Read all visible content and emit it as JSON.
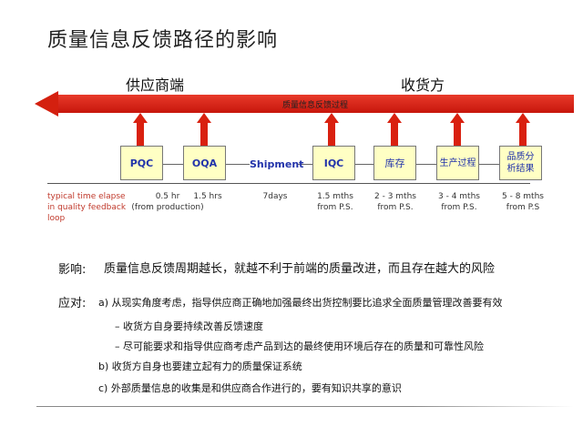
{
  "title": "质量信息反馈路径的影响",
  "supplier_label": "供应商端",
  "receiver_label": "收货方",
  "arrow_label": "质量信息反馈过程",
  "stages": [
    "PQC",
    "OQA",
    "Shipment",
    "IQC",
    "库存",
    "生产过程",
    "品质分析结果"
  ],
  "timings": {
    "row_label": "typical time elapse in quality feedback loop",
    "items": [
      {
        "line1": "0.5 hr",
        "line2": "(from production)"
      },
      {
        "line1": "1.5 hrs",
        "line2": ""
      },
      {
        "line1": "7days",
        "line2": ""
      },
      {
        "line1": "1.5 mths",
        "line2": "from P.S."
      },
      {
        "line1": "2 - 3 mths",
        "line2": "from P.S."
      },
      {
        "line1": "3 - 4 mths",
        "line2": "from P.S."
      },
      {
        "line1": "5 - 8 mths",
        "line2": "from P.S"
      }
    ]
  },
  "impact": {
    "label": "影响:",
    "text": "质量信息反馈周期越长，就越不利于前端的质量改进，而且存在越大的风险"
  },
  "response": {
    "label": "应对:",
    "a": "a) 从现实角度考虑，指导供应商正确地加强最终出货控制要比追求全面质量管理改善要有效",
    "a_sub1": "–   收货方自身要持续改善反馈速度",
    "a_sub2": "–  尽可能要求和指导供应商考虑产品到达的最终使用环境后存在的质量和可靠性风险",
    "b": "b) 收货方自身也要建立起有力的质量保证系统",
    "c": "c) 外部质量信息的收集是和供应商合作进行的，要有知识共享的意识"
  }
}
